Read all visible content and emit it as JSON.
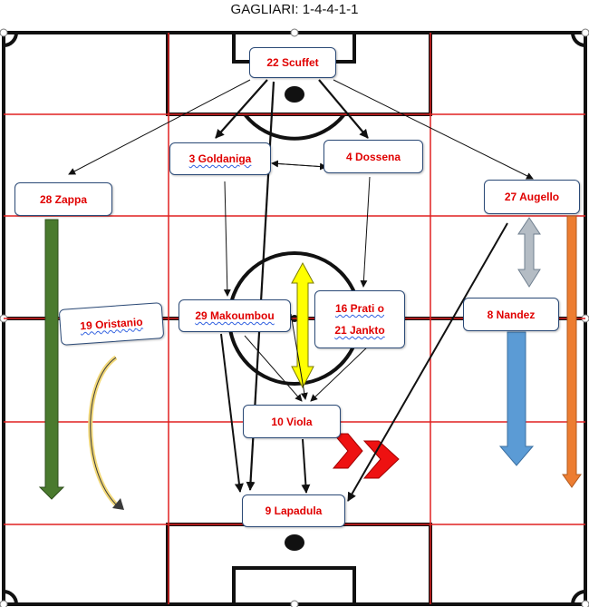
{
  "title": "GAGLIARI: 1-4-4-1-1",
  "players": {
    "scuffet": "22 Scuffet",
    "goldaniga": "3 Goldaniga",
    "dossena": "4 Dossena",
    "zappa": "28 Zappa",
    "augello": "27 Augello",
    "oristanio": "19 Oristanio",
    "makoumbou": "29 Makoumbou",
    "prati": "16 Prati  o",
    "jankto": "21 Jankto",
    "nandez": "8 Nandez",
    "viola": "10 Viola",
    "lapadula": "9 Lapadula"
  },
  "colors": {
    "grid": "#e02020",
    "line": "#111111",
    "player_text": "#e00000",
    "box_border": "#2b4a77",
    "arrow_green": "#4a7a2e",
    "arrow_yellow": "#ffff00",
    "arrow_grey": "#b4bcc4",
    "arrow_blue": "#5b9bd5",
    "arrow_orange": "#ed7d31",
    "chevron_red": "#ee1111"
  }
}
